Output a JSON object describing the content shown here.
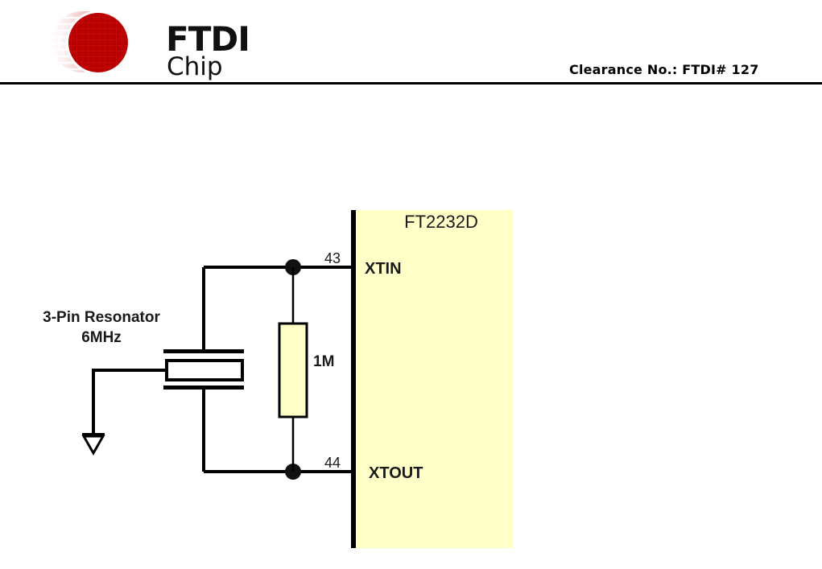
{
  "header": {
    "logo": {
      "icon": "ftdi-chip-logo-icon",
      "line1": "FTDI",
      "line2": "Chip",
      "brand_color": "#C00000"
    },
    "clearance": "Clearance No.: FTDI# 127"
  },
  "schematic": {
    "chip": {
      "name": "FT2232D",
      "fill_color": "#FFFFC8"
    },
    "pins": [
      {
        "number": "43",
        "name": "XTIN"
      },
      {
        "number": "44",
        "name": "XTOUT"
      }
    ],
    "resistor": {
      "label": "1M",
      "fill_color": "#FFFFC8"
    },
    "resonator": {
      "label_line1": "3-Pin Resonator",
      "label_line2": "6MHz"
    },
    "ground": {
      "icon": "ground-icon"
    }
  }
}
